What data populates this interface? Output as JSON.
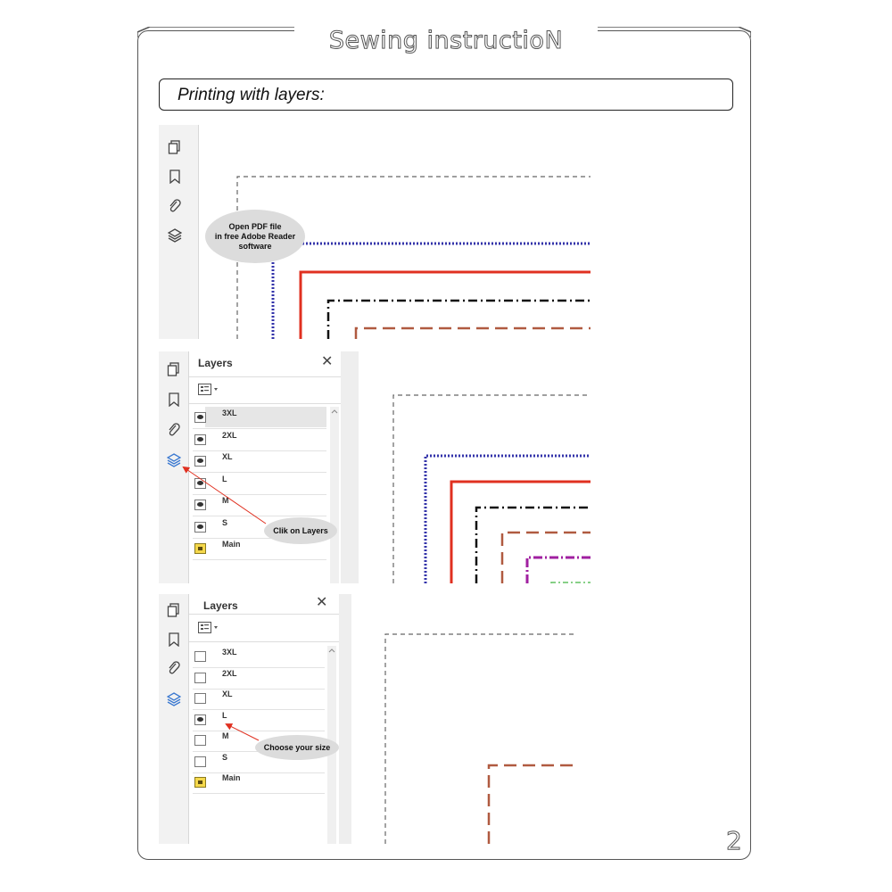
{
  "header": {
    "title": "Sewing instructioN"
  },
  "section": {
    "heading": "Printing with layers:"
  },
  "toolbar_icons": [
    "pages-icon",
    "bookmark-icon",
    "attachment-icon",
    "layers-icon"
  ],
  "step1": {
    "callout": "Open PDF file\nin free Adobe Reader\nsoftware"
  },
  "step2": {
    "panel_title": "Layers",
    "close": "✕",
    "layers": [
      {
        "label": "3XL",
        "state": "visible",
        "selected": true
      },
      {
        "label": "2XL",
        "state": "visible"
      },
      {
        "label": "XL",
        "state": "visible"
      },
      {
        "label": "L",
        "state": "visible"
      },
      {
        "label": "M",
        "state": "visible"
      },
      {
        "label": "S",
        "state": "visible"
      },
      {
        "label": "Main",
        "state": "locked"
      }
    ],
    "callout": "Clik on Layers"
  },
  "step3": {
    "panel_title": "Layers",
    "close": "✕",
    "layers": [
      {
        "label": "3XL",
        "state": "hidden"
      },
      {
        "label": "2XL",
        "state": "hidden"
      },
      {
        "label": "XL",
        "state": "hidden"
      },
      {
        "label": "L",
        "state": "visible"
      },
      {
        "label": "M",
        "state": "hidden"
      },
      {
        "label": "S",
        "state": "hidden"
      },
      {
        "label": "Main",
        "state": "locked"
      }
    ],
    "callout": "Choose your size"
  },
  "footer": {
    "page_number": "2"
  },
  "colors": {
    "frame": "#555555",
    "size_3xl": "#3333aa",
    "size_2xl": "#e03020",
    "size_xl": "#111111",
    "size_l": "#b05a40",
    "size_m": "#a020a0",
    "size_s": "#60c060",
    "arrow": "#e03020"
  }
}
